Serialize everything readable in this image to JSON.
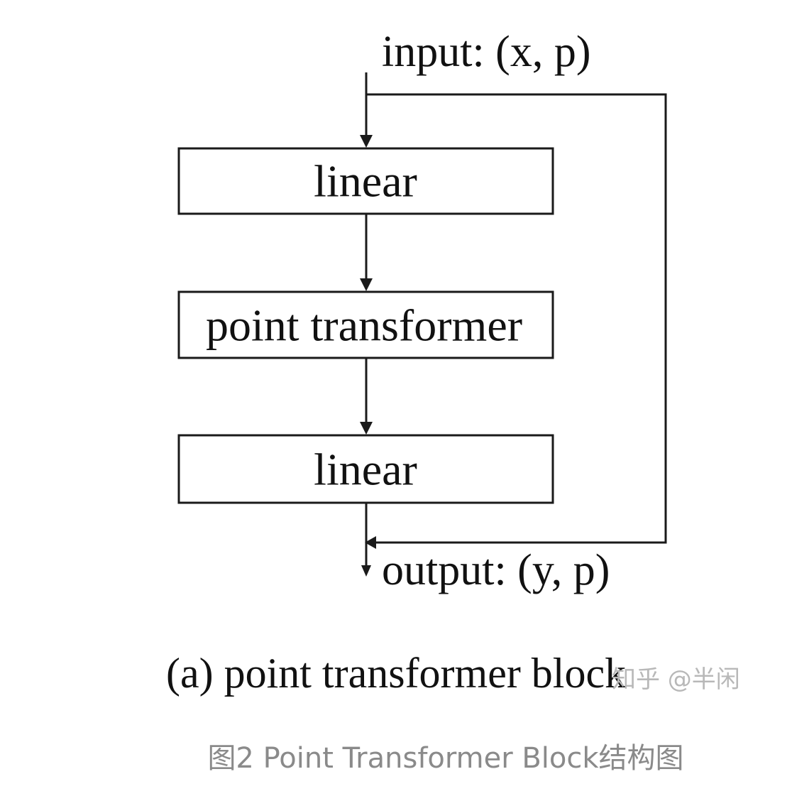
{
  "diagram": {
    "input_label": "input: (x, p)",
    "output_label": "output: (y, p)",
    "blocks": [
      {
        "label": "linear"
      },
      {
        "label": "point transformer"
      },
      {
        "label": "linear"
      }
    ],
    "sub_caption": "(a) point transformer block",
    "watermark": "知乎 @半闲"
  },
  "figure_caption": "图2 Point Transformer Block结构图",
  "colors": {
    "stroke": "#1a1a1a",
    "text": "#111111",
    "caption": "#8a8a8a",
    "watermark": "#b8b8b8",
    "background": "#ffffff"
  }
}
